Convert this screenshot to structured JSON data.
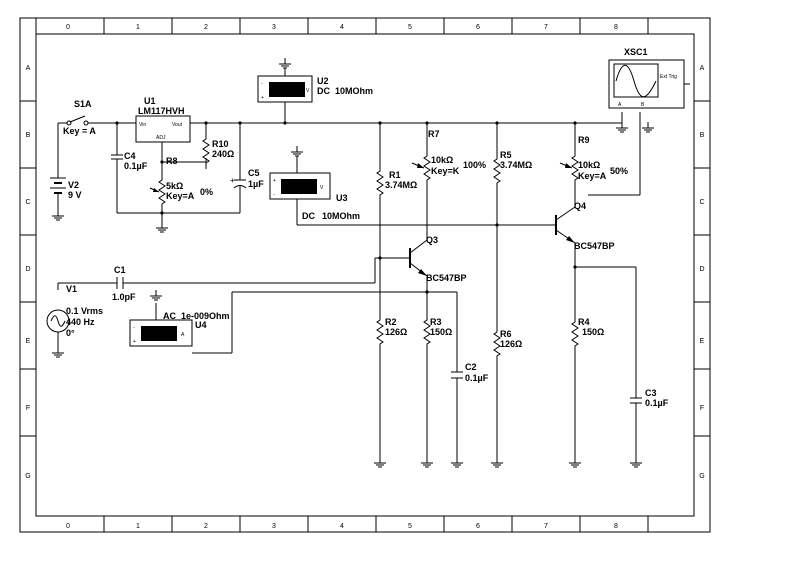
{
  "ruler": {
    "cols": [
      "0",
      "1",
      "2",
      "3",
      "4",
      "5",
      "6",
      "7",
      "8"
    ],
    "rows": [
      "A",
      "B",
      "C",
      "D",
      "E",
      "F",
      "G"
    ]
  },
  "components": {
    "s1": {
      "ref": "S1A",
      "key": "Key = A"
    },
    "u1": {
      "ref": "U1",
      "part": "LM117HVH",
      "vin": "Vin",
      "vout": "Vout",
      "adj": "ADJ"
    },
    "u2": {
      "ref": "U2",
      "mode": "DC",
      "res": "10MOhm",
      "v": "V",
      "plus": "+",
      "minus": "-"
    },
    "u3": {
      "ref": "U3",
      "mode": "DC",
      "res": "10MOhm",
      "v": "V",
      "plus": "+",
      "minus": "-"
    },
    "u4": {
      "ref": "U4",
      "mode": "AC",
      "res": "1e-009Ohm",
      "a": "A",
      "plus": "+",
      "minus": "-"
    },
    "v2": {
      "ref": "V2",
      "value": "9 V"
    },
    "c4": {
      "ref": "C4",
      "value": "0.1µF"
    },
    "r8": {
      "ref": "R8",
      "value": "5kΩ",
      "key": "Key=A",
      "pct": "0%"
    },
    "r10": {
      "ref": "R10",
      "value": "240Ω"
    },
    "c5": {
      "ref": "C5",
      "value": "1µF"
    },
    "r1": {
      "ref": "R1",
      "value": "3.74MΩ"
    },
    "r7": {
      "ref": "R7",
      "value": "10kΩ",
      "key": "Key=K",
      "pct": "100%"
    },
    "r5": {
      "ref": "R5",
      "value": "3.74MΩ"
    },
    "r9": {
      "ref": "R9",
      "value": "10kΩ",
      "key": "Key=A",
      "pct": "50%"
    },
    "q4": {
      "ref": "Q4",
      "part": "BC547BP"
    },
    "q3": {
      "ref": "Q3",
      "part": "BC547BP"
    },
    "xsc1": {
      "ref": "XSC1",
      "ext": "Ext Trig",
      "a": "A",
      "b": "B"
    },
    "v1": {
      "ref": "V1",
      "amp": "0.1 Vrms",
      "freq": "440 Hz",
      "phase": "0°"
    },
    "c1": {
      "ref": "C1",
      "value": "1.0pF"
    },
    "r2": {
      "ref": "R2",
      "value": "126Ω"
    },
    "r3": {
      "ref": "R3",
      "value": "150Ω"
    },
    "c2": {
      "ref": "C2",
      "value": "0.1µF"
    },
    "r6": {
      "ref": "R6",
      "value": "126Ω"
    },
    "r4": {
      "ref": "R4",
      "value": "150Ω"
    },
    "c3": {
      "ref": "C3",
      "value": "0.1µF"
    }
  }
}
